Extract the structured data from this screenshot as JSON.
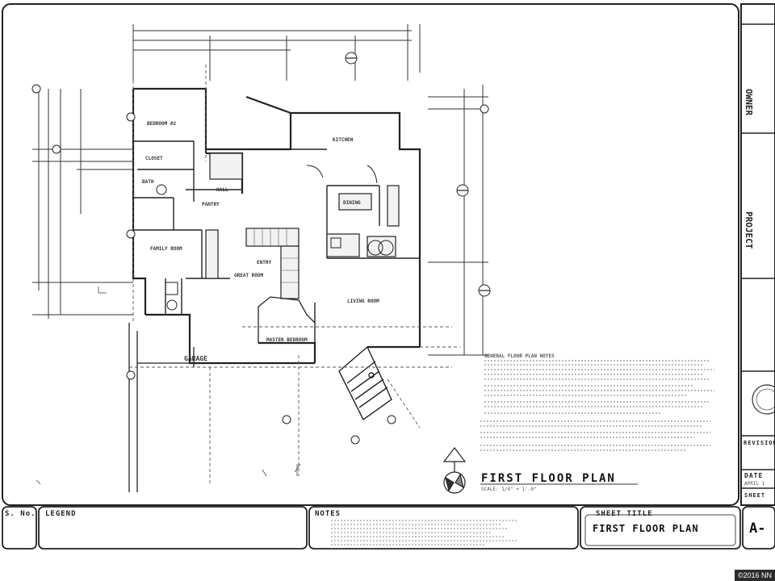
{
  "plan": {
    "title": "FIRST FLOOR PLAN",
    "scale_text": "SCALE: 1/4\" = 1'-0\"",
    "rooms": [
      "BEDROOM #2",
      "CLOSET",
      "BATH",
      "HALL",
      "KITCHEN",
      "DINING",
      "LIVING ROOM",
      "GREAT ROOM",
      "FAMILY ROOM",
      "MASTER BEDROOM",
      "ENTRY",
      "PANTRY",
      "GARAGE"
    ],
    "general_notes_title": "GENERAL FLOOR PLAN NOTES"
  },
  "titleblock": {
    "sheet_no_label": "S. No.",
    "legend_label": "LEGEND",
    "notes_label": "NOTES",
    "sheet_title_label": "SHEET TITLE",
    "sheet_title": "FIRST FLOOR PLAN",
    "sheet_number": "A-",
    "owner_label": "OWNER",
    "project_label": "PROJECT",
    "revisions_label": "REVISIONS",
    "date_label": "DATE",
    "date_value": "APRIL 1",
    "sheet_label": "SHEET"
  },
  "copyright": "©2016 NN",
  "colors": {
    "ink": "#222222",
    "paper": "#ffffff",
    "light_ink": "#777777"
  }
}
